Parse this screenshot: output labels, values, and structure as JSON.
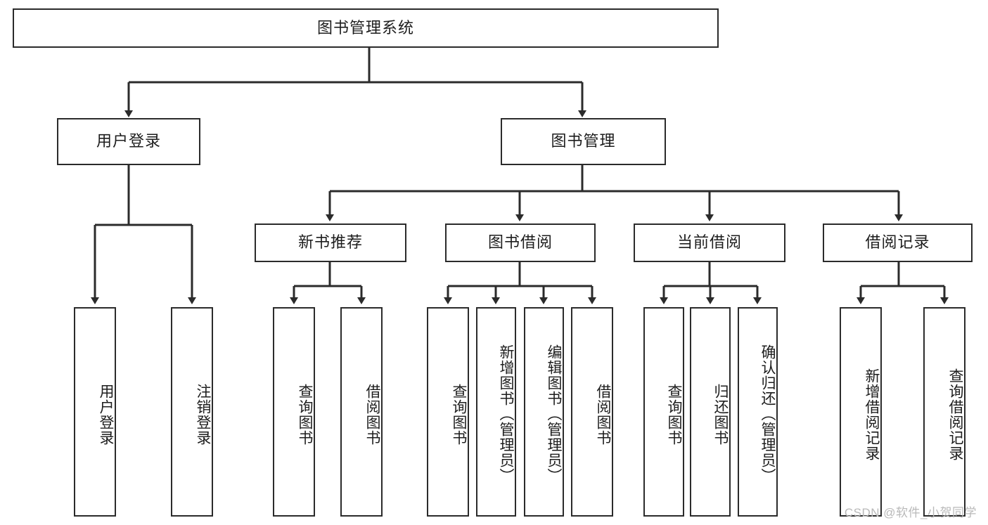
{
  "diagram": {
    "title": "图书管理系统",
    "type": "tree-hierarchy",
    "watermark": "CSDN @软件_小贺同学",
    "stroke_color": "#2b2b2b",
    "fill_color": "#ffffff",
    "text_color": "#1d1d1d"
  },
  "root": {
    "label": "图书管理系统"
  },
  "level2": [
    {
      "label": "用户登录"
    },
    {
      "label": "图书管理"
    }
  ],
  "level3": [
    {
      "label": "新书推荐"
    },
    {
      "label": "图书借阅"
    },
    {
      "label": "当前借阅"
    },
    {
      "label": "借阅记录"
    }
  ],
  "leaves": {
    "user_login": [
      {
        "label": "用户登录"
      },
      {
        "label": "注销登录"
      }
    ],
    "new_book": [
      {
        "label": "查询图书"
      },
      {
        "label": "借阅图书"
      }
    ],
    "book_borrow": [
      {
        "label": "查询图书"
      },
      {
        "label": "新增图书（管理员）"
      },
      {
        "label": "编辑图书（管理员）"
      },
      {
        "label": "借阅图书"
      }
    ],
    "current_borrow": [
      {
        "label": "查询图书"
      },
      {
        "label": "归还图书"
      },
      {
        "label": "确认归还（管理员）"
      }
    ],
    "borrow_record": [
      {
        "label": "新增借阅记录"
      },
      {
        "label": "查询借阅记录"
      }
    ]
  }
}
